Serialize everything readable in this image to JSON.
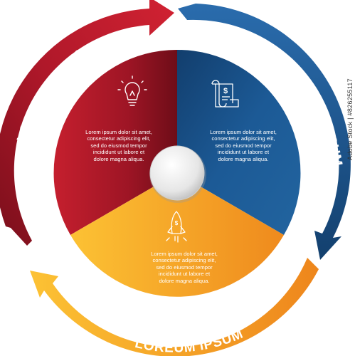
{
  "segments": [
    {
      "id": "red",
      "label": "LOREUM IPSUM",
      "icon": "lightbulb-icon",
      "text": "Lorem ipsum dolor sit amet,\nconsectetur adipiscing elit,\nsed do eiusmod tempor\nincididunt ut labore et\ndolore magna aliqua.",
      "color": "#b0182a",
      "color_dark": "#7a0f1b"
    },
    {
      "id": "blue",
      "label": "LOREUM IPSUM",
      "icon": "invoice-dollar-icon",
      "text": "Lorem ipsum dolor sit amet,\nconsectetur adipiscing elit,\nsed do eiusmod tempor\nincididunt ut labore et\ndolore magna aliqua.",
      "color": "#1d5d9b",
      "color_dark": "#13406e"
    },
    {
      "id": "orange",
      "label": "LOREUM IPSUM",
      "icon": "rocket-dollar-icon",
      "text": "Lorem ipsum dolor sit amet,\nconsectetur adipiscing elit,\nsed do eiusmod tempor\nincididunt ut labore et\ndolore magna aliqua.",
      "color": "#f39a1e",
      "color_light": "#fbbf3a"
    }
  ],
  "stock_id": "Adobe Stock | #826255117"
}
